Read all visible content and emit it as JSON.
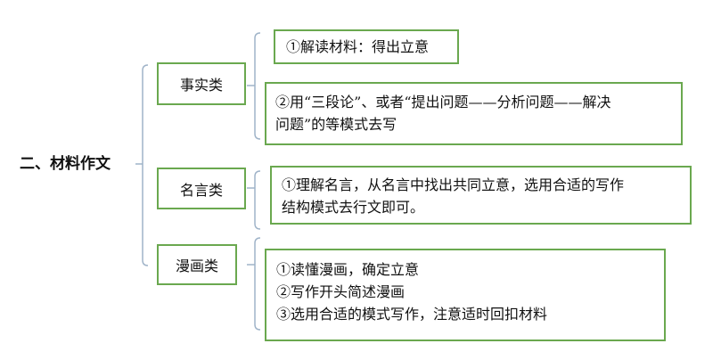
{
  "root": {
    "label": "二、材料作文"
  },
  "categories": [
    {
      "label": "事实类",
      "details": [
        {
          "lines": [
            "①解读材料：得出立意"
          ]
        },
        {
          "lines": [
            "②用“三段论”、或者“提出问题——分析问题——解决",
            "问题”的等模式去写"
          ]
        }
      ]
    },
    {
      "label": "名言类",
      "details": [
        {
          "lines": [
            "①理解名言，从名言中找出共同立意，选用合适的写作",
            "结构模式去行文即可。"
          ]
        }
      ]
    },
    {
      "label": "漫画类",
      "details": [
        {
          "lines": [
            "①读懂漫画，确定立意",
            "②写作开头简述漫画",
            "③选用合适的模式写作，注意适时回扣材料"
          ]
        }
      ]
    }
  ],
  "colors": {
    "border": "#6aa84f",
    "bracket": "#9fb3c8"
  }
}
